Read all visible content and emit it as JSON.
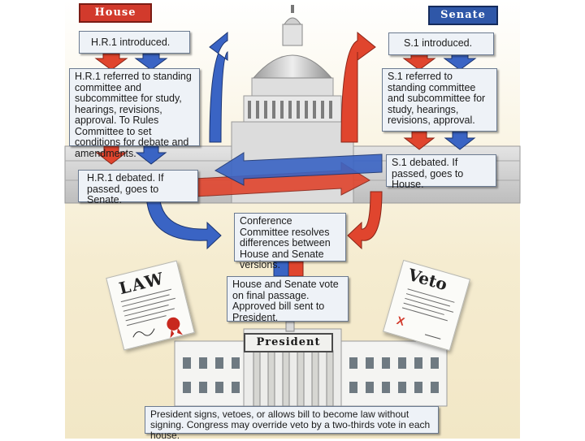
{
  "labels": {
    "house": "House",
    "senate": "Senate",
    "president": "President"
  },
  "boxes": {
    "hr1_introduced": "H.R.1 introduced.",
    "hr1_referred": "H.R.1 referred to standing committee and subcommittee for study, hearings, revisions, approval. To Rules Committee to set conditions for debate and amendments.",
    "hr1_debated": "H.R.1 debated. If passed, goes to Senate.",
    "s1_introduced": "S.1 introduced.",
    "s1_referred": "S.1 referred to standing committee and subcommittee for study, hearings, revisions, approval.",
    "s1_debated": "S.1 debated. If passed, goes to House.",
    "conference": "Conference Committee resolves differences between House and Senate versions.",
    "final_vote": "House and Senate vote on final passage. Approved bill sent to President.",
    "president_action": "President signs, vetoes, or allows bill to become law without signing. Congress may override veto by a two-thirds vote in each house."
  },
  "documents": {
    "law_title": "LAW",
    "veto_title": "Veto",
    "veto_mark": "X"
  },
  "colors": {
    "house_red": "#d23a2c",
    "senate_blue": "#2f57a8",
    "flow_red": "#e0452e",
    "flow_blue": "#3a64c4",
    "box_fill": "#eef2f7",
    "background_cream": "#f6efd6"
  }
}
